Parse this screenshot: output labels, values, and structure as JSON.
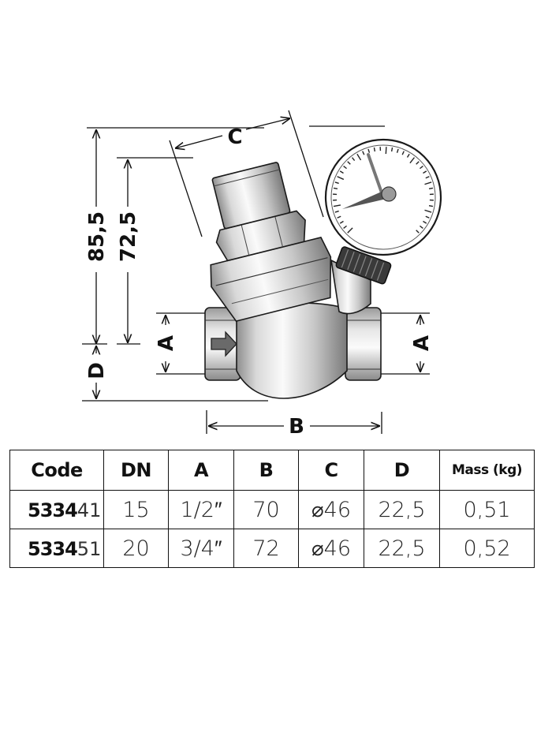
{
  "dimensions": {
    "height_total": "85,5",
    "height_top": "72,5",
    "a_left": "A",
    "a_right": "A",
    "b": "B",
    "c": "C",
    "d": "D"
  },
  "icons": {
    "gauge": "pressure-gauge-icon",
    "flow_arrow": "flow-direction-arrow-icon"
  },
  "table": {
    "headers": [
      "Code",
      "DN",
      "A",
      "B",
      "C",
      "D",
      "Mass (kg)"
    ],
    "rows": [
      {
        "code_main": "5334",
        "code_sub": "41",
        "dn": "15",
        "a": "1/2″",
        "b": "70",
        "c": "46",
        "d": "22,5",
        "mass": "0,51"
      },
      {
        "code_main": "5334",
        "code_sub": "51",
        "dn": "20",
        "a": "3/4″",
        "b": "72",
        "c": "46",
        "d": "22,5",
        "mass": "0,52"
      }
    ],
    "diameter_symbol": "⌀"
  }
}
